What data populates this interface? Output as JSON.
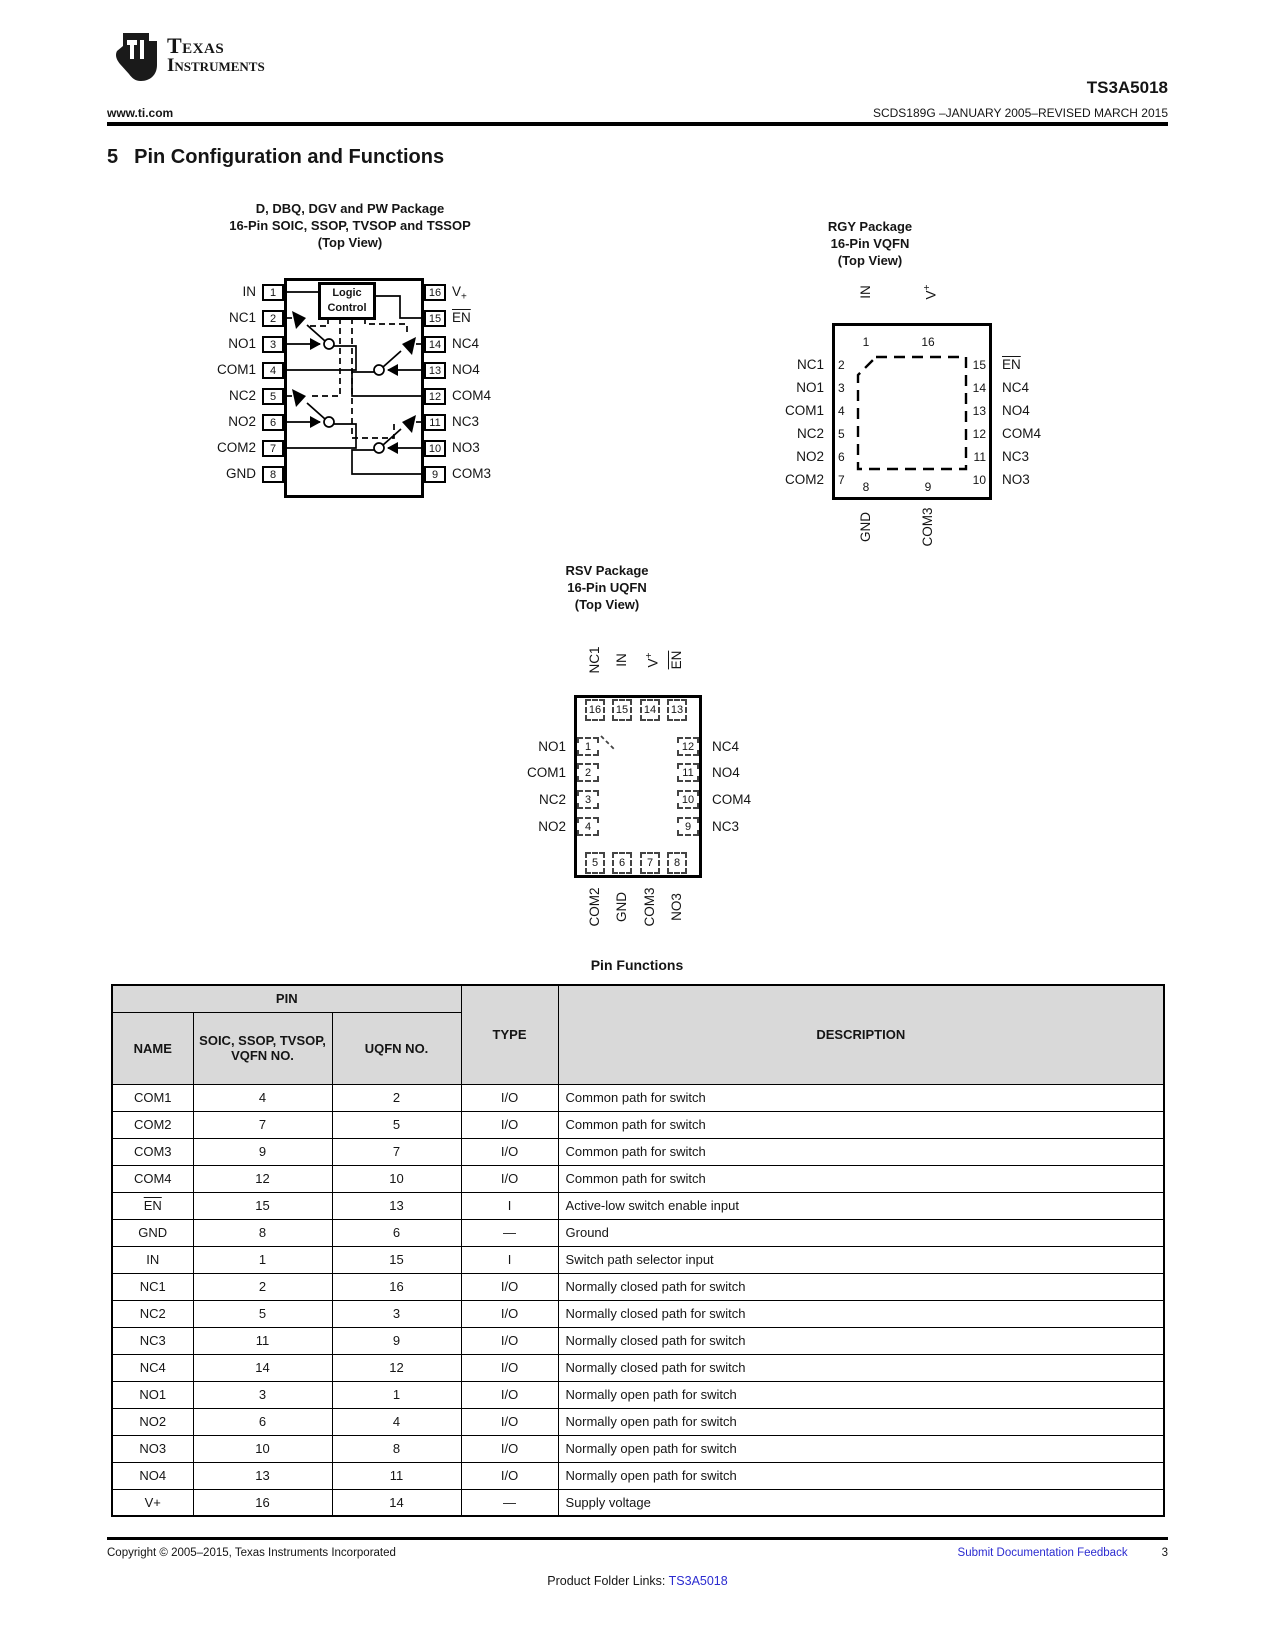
{
  "header": {
    "brand_line1": "Texas",
    "brand_line2": "Instruments",
    "part_number": "TS3A5018",
    "website": "www.ti.com",
    "doc_info": "SCDS189G –JANUARY 2005–REVISED MARCH 2015"
  },
  "section": {
    "number": "5",
    "title": "Pin Configuration and Functions"
  },
  "soic_package": {
    "title_line1": "D, DBQ, DGV and PW Package",
    "title_line2": "16-Pin SOIC, SSOP, TVSOP and TSSOP",
    "title_line3": "(Top View)",
    "logic_line1": "Logic",
    "logic_line2": "Control",
    "left_pins": [
      {
        "num": "1",
        "name": "IN"
      },
      {
        "num": "2",
        "name": "NC1"
      },
      {
        "num": "3",
        "name": "NO1"
      },
      {
        "num": "4",
        "name": "COM1"
      },
      {
        "num": "5",
        "name": "NC2"
      },
      {
        "num": "6",
        "name": "NO2"
      },
      {
        "num": "7",
        "name": "COM2"
      },
      {
        "num": "8",
        "name": "GND"
      }
    ],
    "right_pins": [
      {
        "num": "16",
        "name": "V",
        "sub": "+"
      },
      {
        "num": "15",
        "name": "EN",
        "overline": true
      },
      {
        "num": "14",
        "name": "NC4"
      },
      {
        "num": "13",
        "name": "NO4"
      },
      {
        "num": "12",
        "name": "COM4"
      },
      {
        "num": "11",
        "name": "NC3"
      },
      {
        "num": "10",
        "name": "NO3"
      },
      {
        "num": "9",
        "name": "COM3"
      }
    ]
  },
  "vqfn_package": {
    "title_line1": "RGY Package",
    "title_line2": "16-Pin VQFN",
    "title_line3": "(Top View)",
    "top_pins": [
      {
        "num": "1",
        "name": "IN"
      },
      {
        "num": "16",
        "name": "V",
        "sup": "+"
      }
    ],
    "left_pins": [
      {
        "num": "2",
        "name": "NC1"
      },
      {
        "num": "3",
        "name": "NO1"
      },
      {
        "num": "4",
        "name": "COM1"
      },
      {
        "num": "5",
        "name": "NC2"
      },
      {
        "num": "6",
        "name": "NO2"
      },
      {
        "num": "7",
        "name": "COM2"
      }
    ],
    "right_pins": [
      {
        "num": "15",
        "name": "EN",
        "overline": true
      },
      {
        "num": "14",
        "name": "NC4"
      },
      {
        "num": "13",
        "name": "NO4"
      },
      {
        "num": "12",
        "name": "COM4"
      },
      {
        "num": "11",
        "name": "NC3"
      },
      {
        "num": "10",
        "name": "NO3"
      }
    ],
    "bottom_pins": [
      {
        "num": "8",
        "name": "GND"
      },
      {
        "num": "9",
        "name": "COM3"
      }
    ]
  },
  "uqfn_package": {
    "title_line1": "RSV Package",
    "title_line2": "16-Pin UQFN",
    "title_line3": "(Top View)",
    "top_pins": [
      {
        "num": "16",
        "name": "NC1"
      },
      {
        "num": "15",
        "name": "IN"
      },
      {
        "num": "14",
        "name": "V",
        "sup": "+"
      },
      {
        "num": "13",
        "name": "EN",
        "overline": true
      }
    ],
    "left_pins": [
      {
        "num": "1",
        "name": "NO1"
      },
      {
        "num": "2",
        "name": "COM1"
      },
      {
        "num": "3",
        "name": "NC2"
      },
      {
        "num": "4",
        "name": "NO2"
      }
    ],
    "right_pins": [
      {
        "num": "12",
        "name": "NC4"
      },
      {
        "num": "11",
        "name": "NO4"
      },
      {
        "num": "10",
        "name": "COM4"
      },
      {
        "num": "9",
        "name": "NC3"
      }
    ],
    "bottom_pins": [
      {
        "num": "5",
        "name": "COM2"
      },
      {
        "num": "6",
        "name": "GND"
      },
      {
        "num": "7",
        "name": "COM3"
      },
      {
        "num": "8",
        "name": "NO3"
      }
    ]
  },
  "pin_table": {
    "title": "Pin Functions",
    "headers": {
      "pin_group": "PIN",
      "name": "NAME",
      "soic_col": "SOIC, SSOP, TVSOP, VQFN NO.",
      "uqfn_col": "UQFN NO.",
      "type": "TYPE",
      "description": "DESCRIPTION"
    },
    "rows": [
      {
        "name": "COM1",
        "soic": "4",
        "uqfn": "2",
        "type": "I/O",
        "description": "Common path for switch"
      },
      {
        "name": "COM2",
        "soic": "7",
        "uqfn": "5",
        "type": "I/O",
        "description": "Common path for switch"
      },
      {
        "name": "COM3",
        "soic": "9",
        "uqfn": "7",
        "type": "I/O",
        "description": "Common path for switch"
      },
      {
        "name": "COM4",
        "soic": "12",
        "uqfn": "10",
        "type": "I/O",
        "description": "Common path for switch"
      },
      {
        "name": "EN",
        "overline": true,
        "soic": "15",
        "uqfn": "13",
        "type": "I",
        "description": "Active-low switch enable input"
      },
      {
        "name": "GND",
        "soic": "8",
        "uqfn": "6",
        "type": "—",
        "description": "Ground"
      },
      {
        "name": "IN",
        "soic": "1",
        "uqfn": "15",
        "type": "I",
        "description": "Switch path selector input"
      },
      {
        "name": "NC1",
        "soic": "2",
        "uqfn": "16",
        "type": "I/O",
        "description": "Normally closed path for switch"
      },
      {
        "name": "NC2",
        "soic": "5",
        "uqfn": "3",
        "type": "I/O",
        "description": "Normally closed path for switch"
      },
      {
        "name": "NC3",
        "soic": "11",
        "uqfn": "9",
        "type": "I/O",
        "description": "Normally closed path for switch"
      },
      {
        "name": "NC4",
        "soic": "14",
        "uqfn": "12",
        "type": "I/O",
        "description": "Normally closed path for switch"
      },
      {
        "name": "NO1",
        "soic": "3",
        "uqfn": "1",
        "type": "I/O",
        "description": "Normally open path for switch"
      },
      {
        "name": "NO2",
        "soic": "6",
        "uqfn": "4",
        "type": "I/O",
        "description": "Normally open path for switch"
      },
      {
        "name": "NO3",
        "soic": "10",
        "uqfn": "8",
        "type": "I/O",
        "description": "Normally open path for switch"
      },
      {
        "name": "NO4",
        "soic": "13",
        "uqfn": "11",
        "type": "I/O",
        "description": "Normally open path for switch"
      },
      {
        "name": "V+",
        "soic": "16",
        "uqfn": "14",
        "type": "—",
        "description": "Supply voltage"
      }
    ]
  },
  "footer": {
    "copyright": "Copyright © 2005–2015, Texas Instruments Incorporated",
    "feedback_link": "Submit Documentation Feedback",
    "page_number": "3",
    "product_links_label": "Product Folder Links: ",
    "product_links_part": "TS3A5018"
  },
  "colors": {
    "link_blue": "#2b2bd0",
    "table_header_gray": "#d9d9d9"
  }
}
